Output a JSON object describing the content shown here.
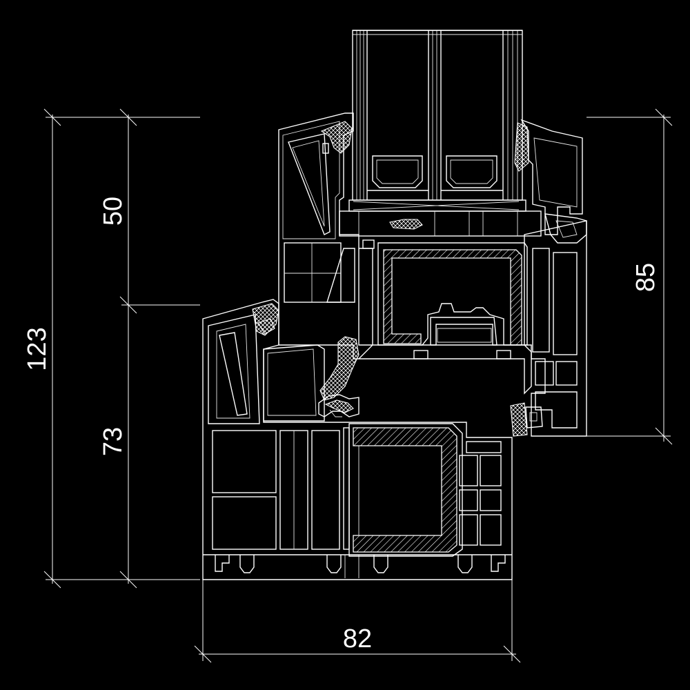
{
  "drawing": {
    "background_color": "#000000",
    "line_color": "#ffffff"
  },
  "dimensions": {
    "overall_height": "123",
    "sash_height": "50",
    "frame_height": "73",
    "right_height": "85",
    "bottom_width": "82"
  }
}
